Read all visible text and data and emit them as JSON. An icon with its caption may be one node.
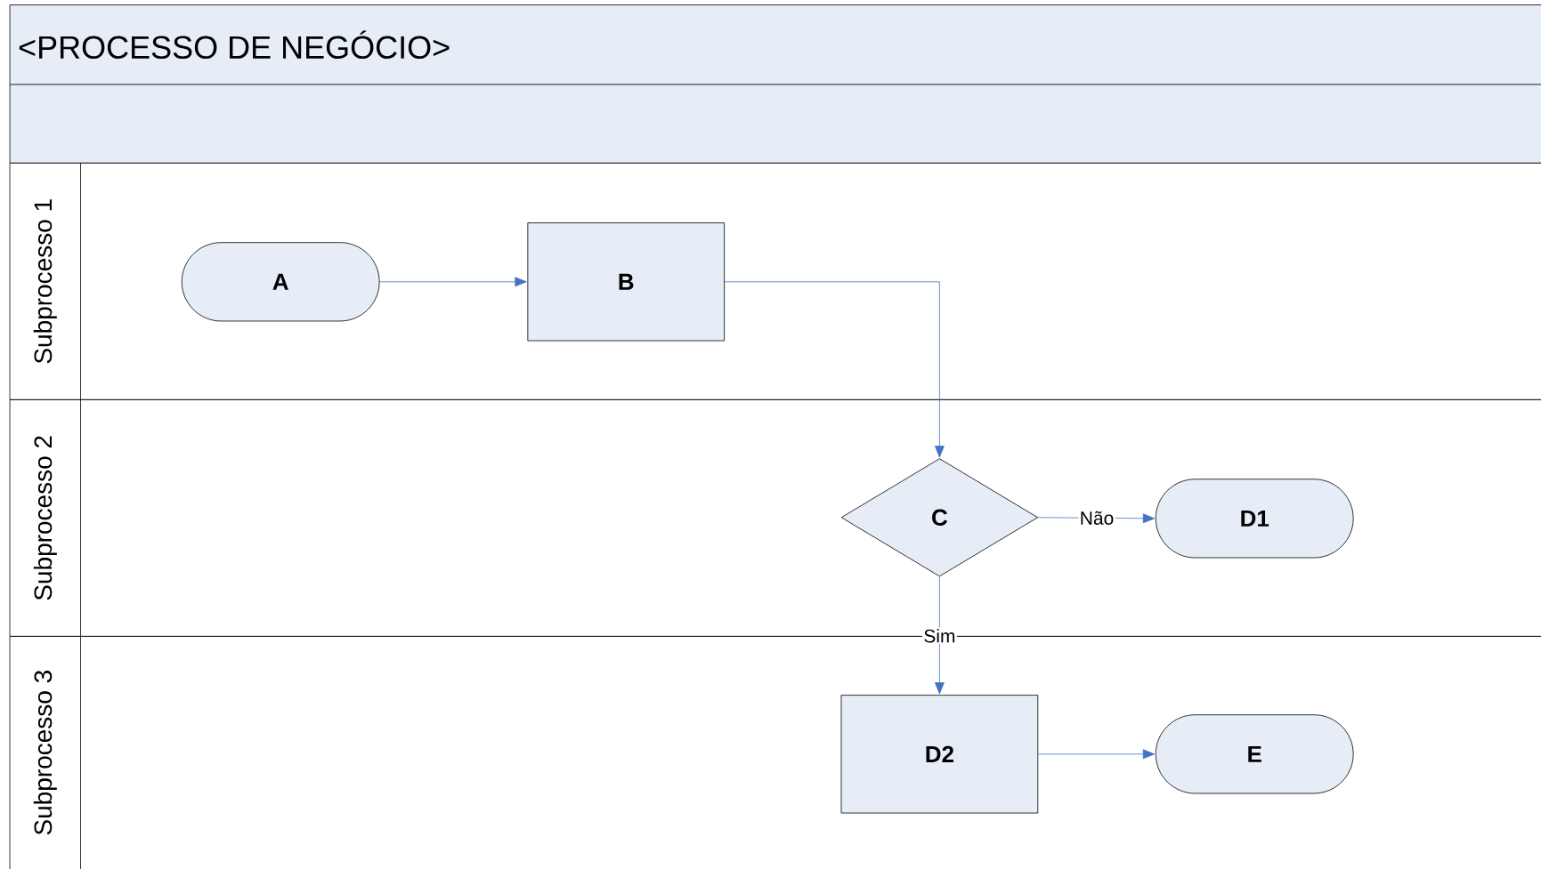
{
  "diagram": {
    "nodes": [
      {
        "text": [
          "<PROCESSO DE NEGÓCIO>"
        ]
      },
      {
        "text": [
          "Subprocesso 1"
        ]
      },
      {
        "text": [
          "A"
        ],
        "in": 1
      },
      {
        "text": [
          "B"
        ],
        "in": 1
      },
      {
        "text": [
          "Subprocesso 2"
        ]
      },
      {
        "text": [
          "C"
        ],
        "in": 4
      },
      {
        "text": [
          "D1"
        ],
        "in": 4
      },
      {
        "text": [
          "Subprocesso 3"
        ]
      },
      {
        "text": [
          "D2"
        ],
        "in": 7
      },
      {
        "text": [
          "E"
        ],
        "in": 7
      }
    ],
    "edges": [
      {
        "from": 2,
        "to": 3,
        "arrow": "to"
      },
      {
        "from": 3,
        "to": 5,
        "arrow": "to"
      },
      {
        "from": 5,
        "to": 6,
        "arrow": "to",
        "label": "Não"
      },
      {
        "from": 5,
        "to": 8,
        "arrow": "to",
        "label": "Sim"
      },
      {
        "from": 8,
        "to": 9,
        "arrow": "to"
      }
    ]
  }
}
